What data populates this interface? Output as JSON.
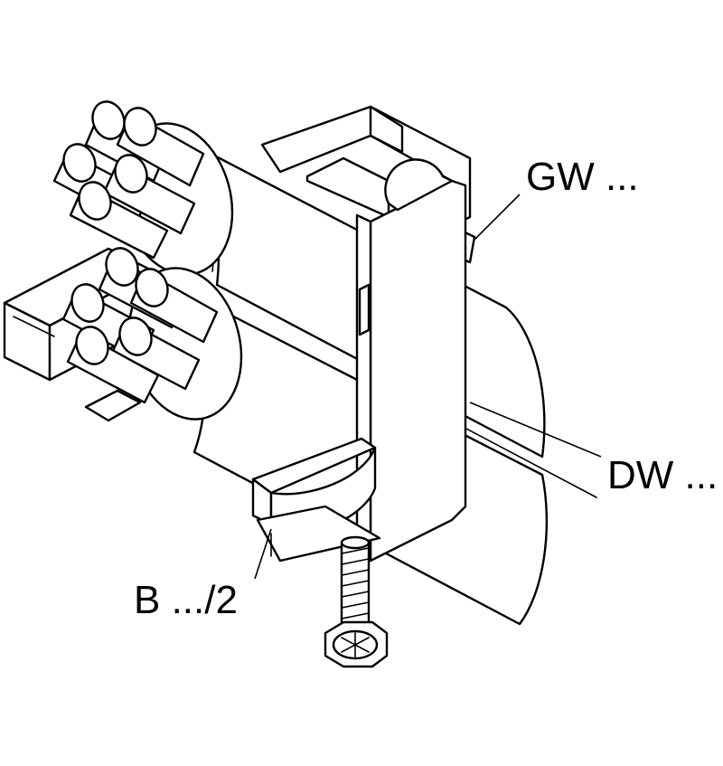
{
  "diagram": {
    "callouts": {
      "gw": "GW ...",
      "dw": "DW ...",
      "b2": "B .../2"
    },
    "colors": {
      "line": "#000000",
      "fill": "#ffffff",
      "background": "#ffffff"
    }
  }
}
